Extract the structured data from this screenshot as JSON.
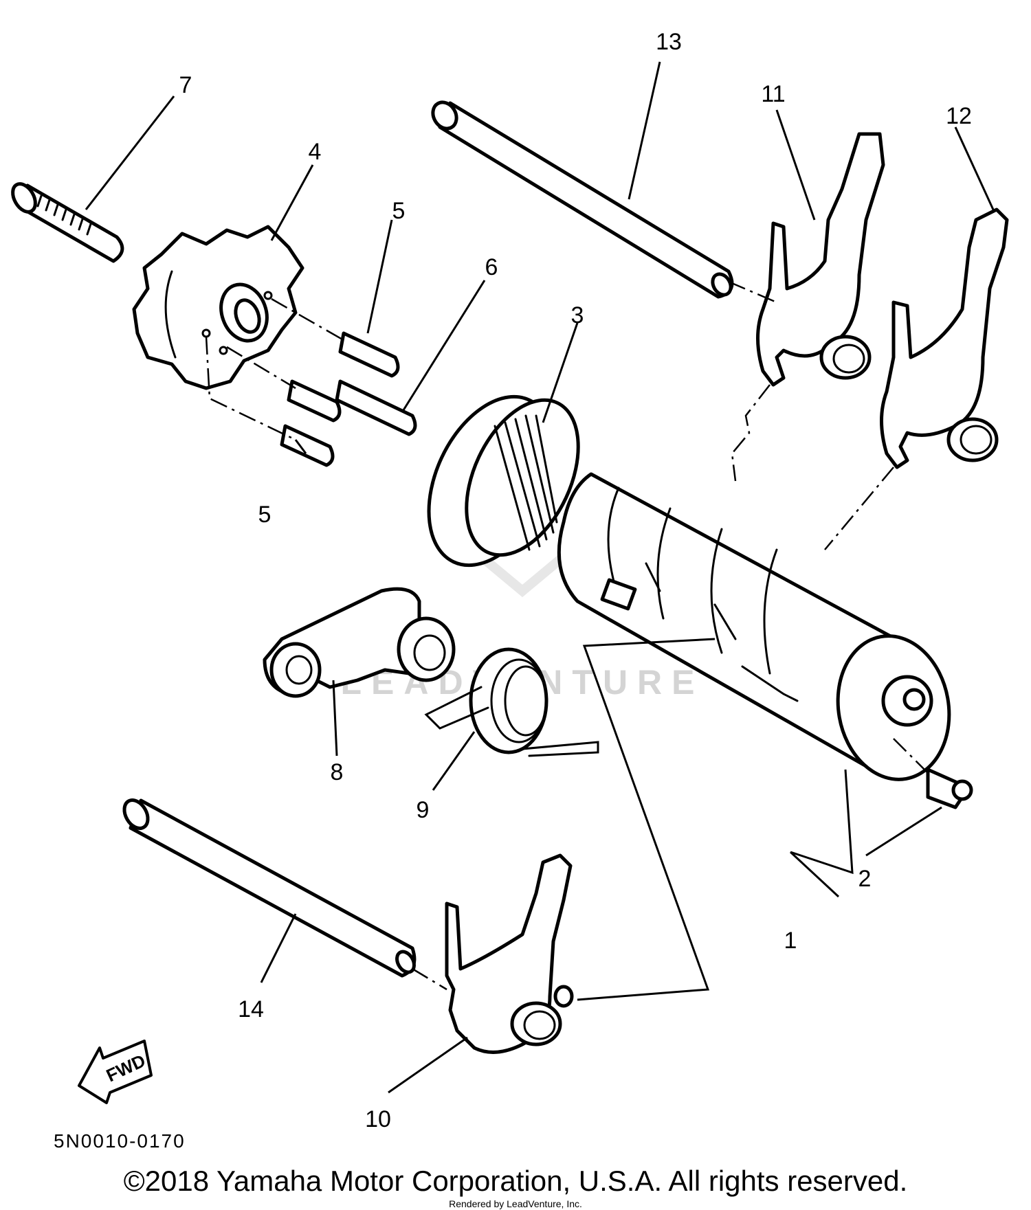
{
  "diagram": {
    "callouts": {
      "c1": "1",
      "c2": "2",
      "c3": "3",
      "c4": "4",
      "c5a": "5",
      "c5b": "5",
      "c6": "6",
      "c7": "7",
      "c8": "8",
      "c9": "9",
      "c10": "10",
      "c11": "11",
      "c12": "12",
      "c13": "13",
      "c14": "14"
    },
    "fwd_label": "FWD",
    "diagram_code": "5N0010-0170",
    "watermark": "LEADVENTURE"
  },
  "footer": {
    "copyright": "©2018 Yamaha Motor Corporation, U.S.A. All rights reserved.",
    "rendered_by": "Rendered by LeadVenture, Inc."
  }
}
